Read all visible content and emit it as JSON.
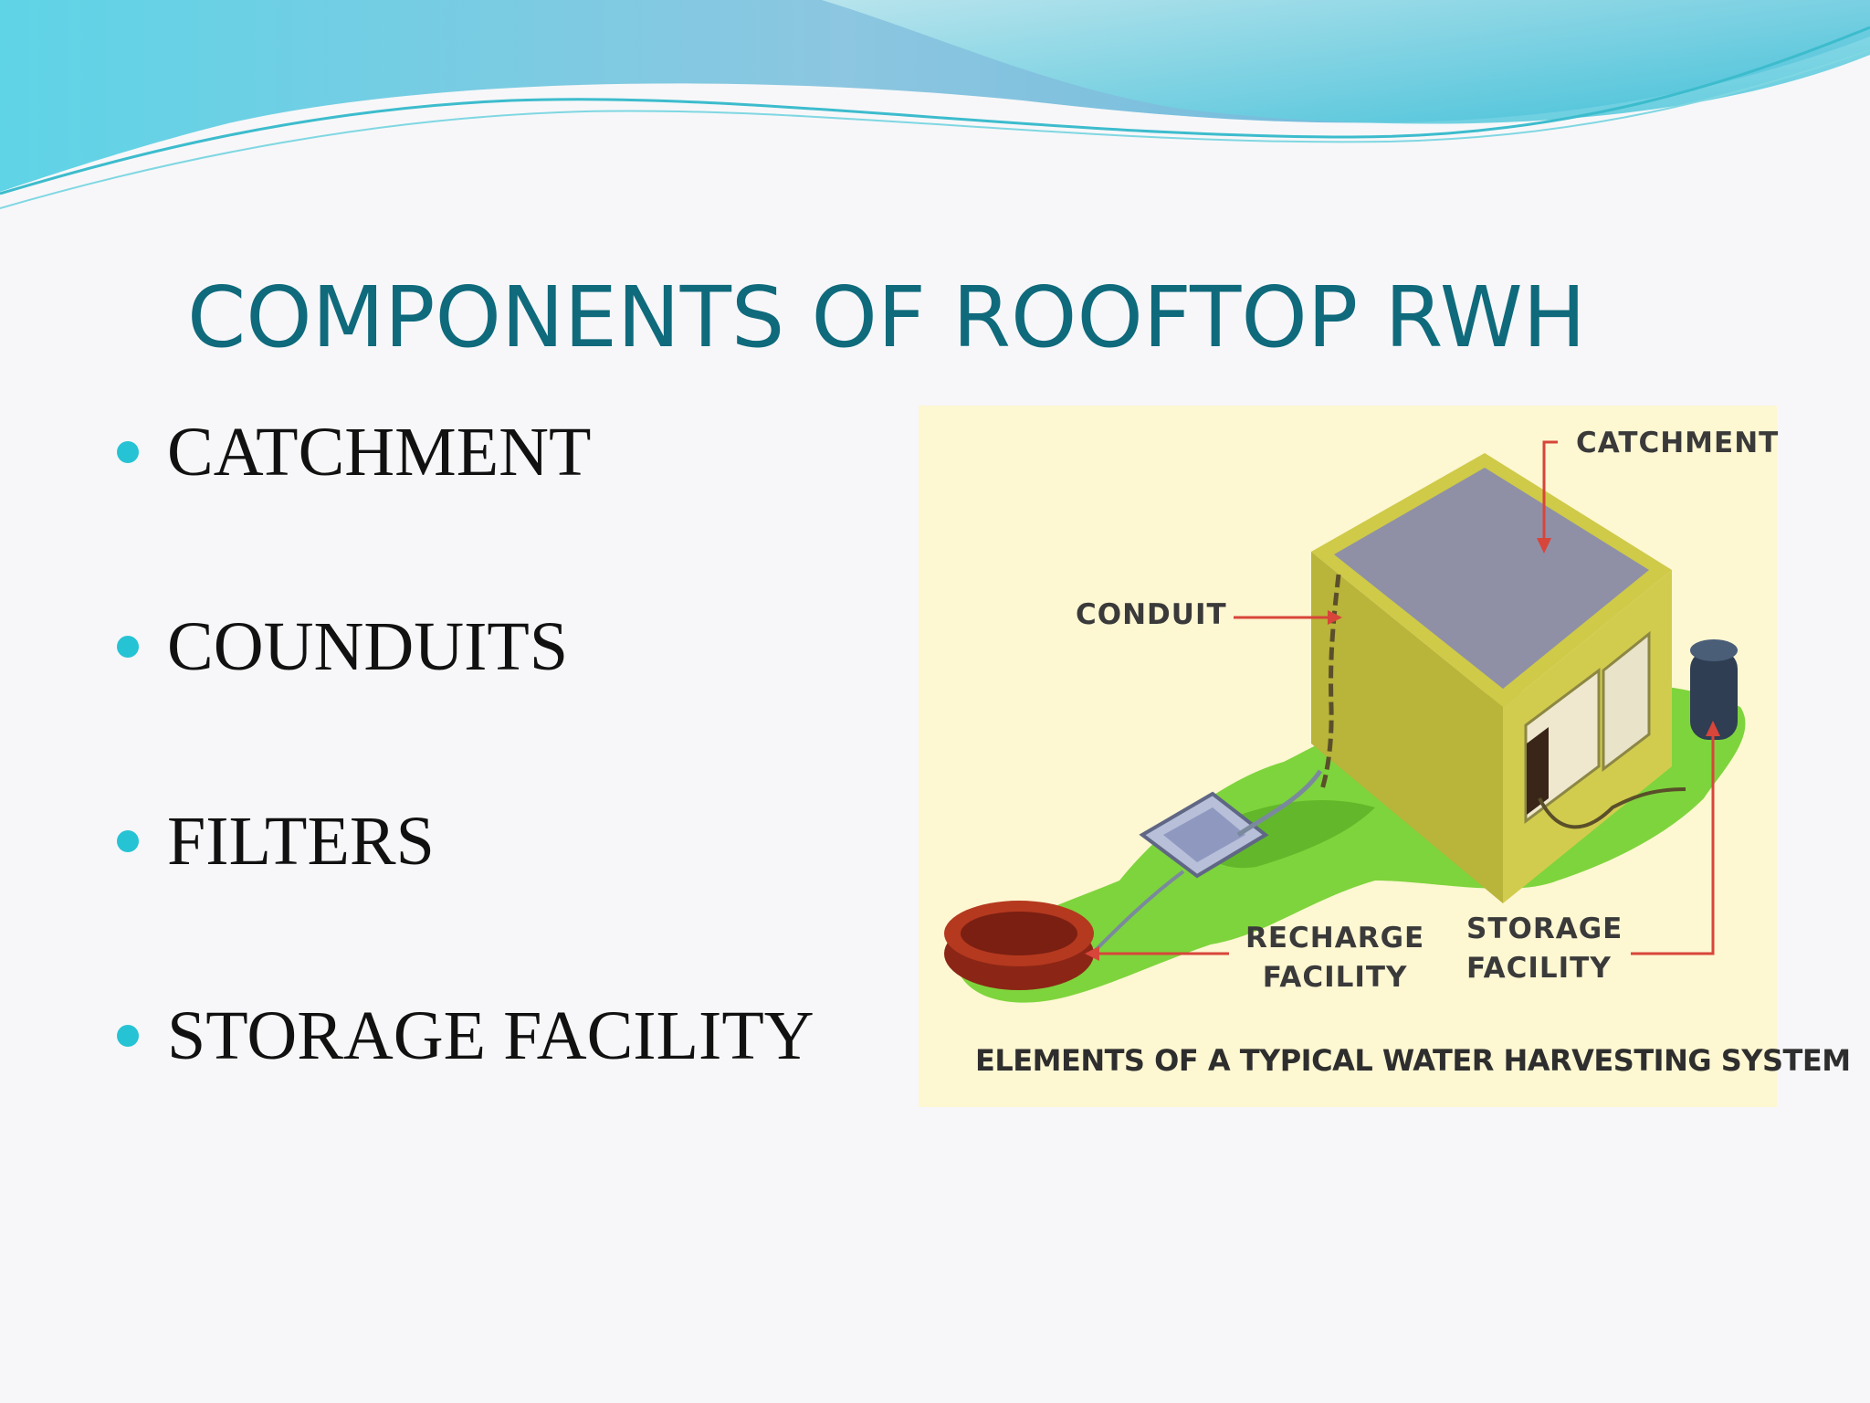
{
  "slide": {
    "title": "COMPONENTS OF ROOFTOP RWH",
    "bullets": [
      {
        "label": "CATCHMENT"
      },
      {
        "label": "COUNDUITS"
      },
      {
        "label": "FILTERS"
      },
      {
        "label": "STORAGE FACILITY"
      }
    ]
  },
  "figure": {
    "labels": {
      "catchment": "CATCHMENT",
      "conduit": "CONDUIT",
      "recharge_facility": "RECHARGE\nFACILITY",
      "storage_facility": "STORAGE\nFACILITY"
    },
    "caption": "ELEMENTS OF A TYPICAL WATER HARVESTING SYSTEM"
  },
  "colors": {
    "title": "#0f6a7c",
    "bullet": "#26c3d4",
    "figure_background": "#fdf7d2",
    "arrow": "#d8453a"
  }
}
